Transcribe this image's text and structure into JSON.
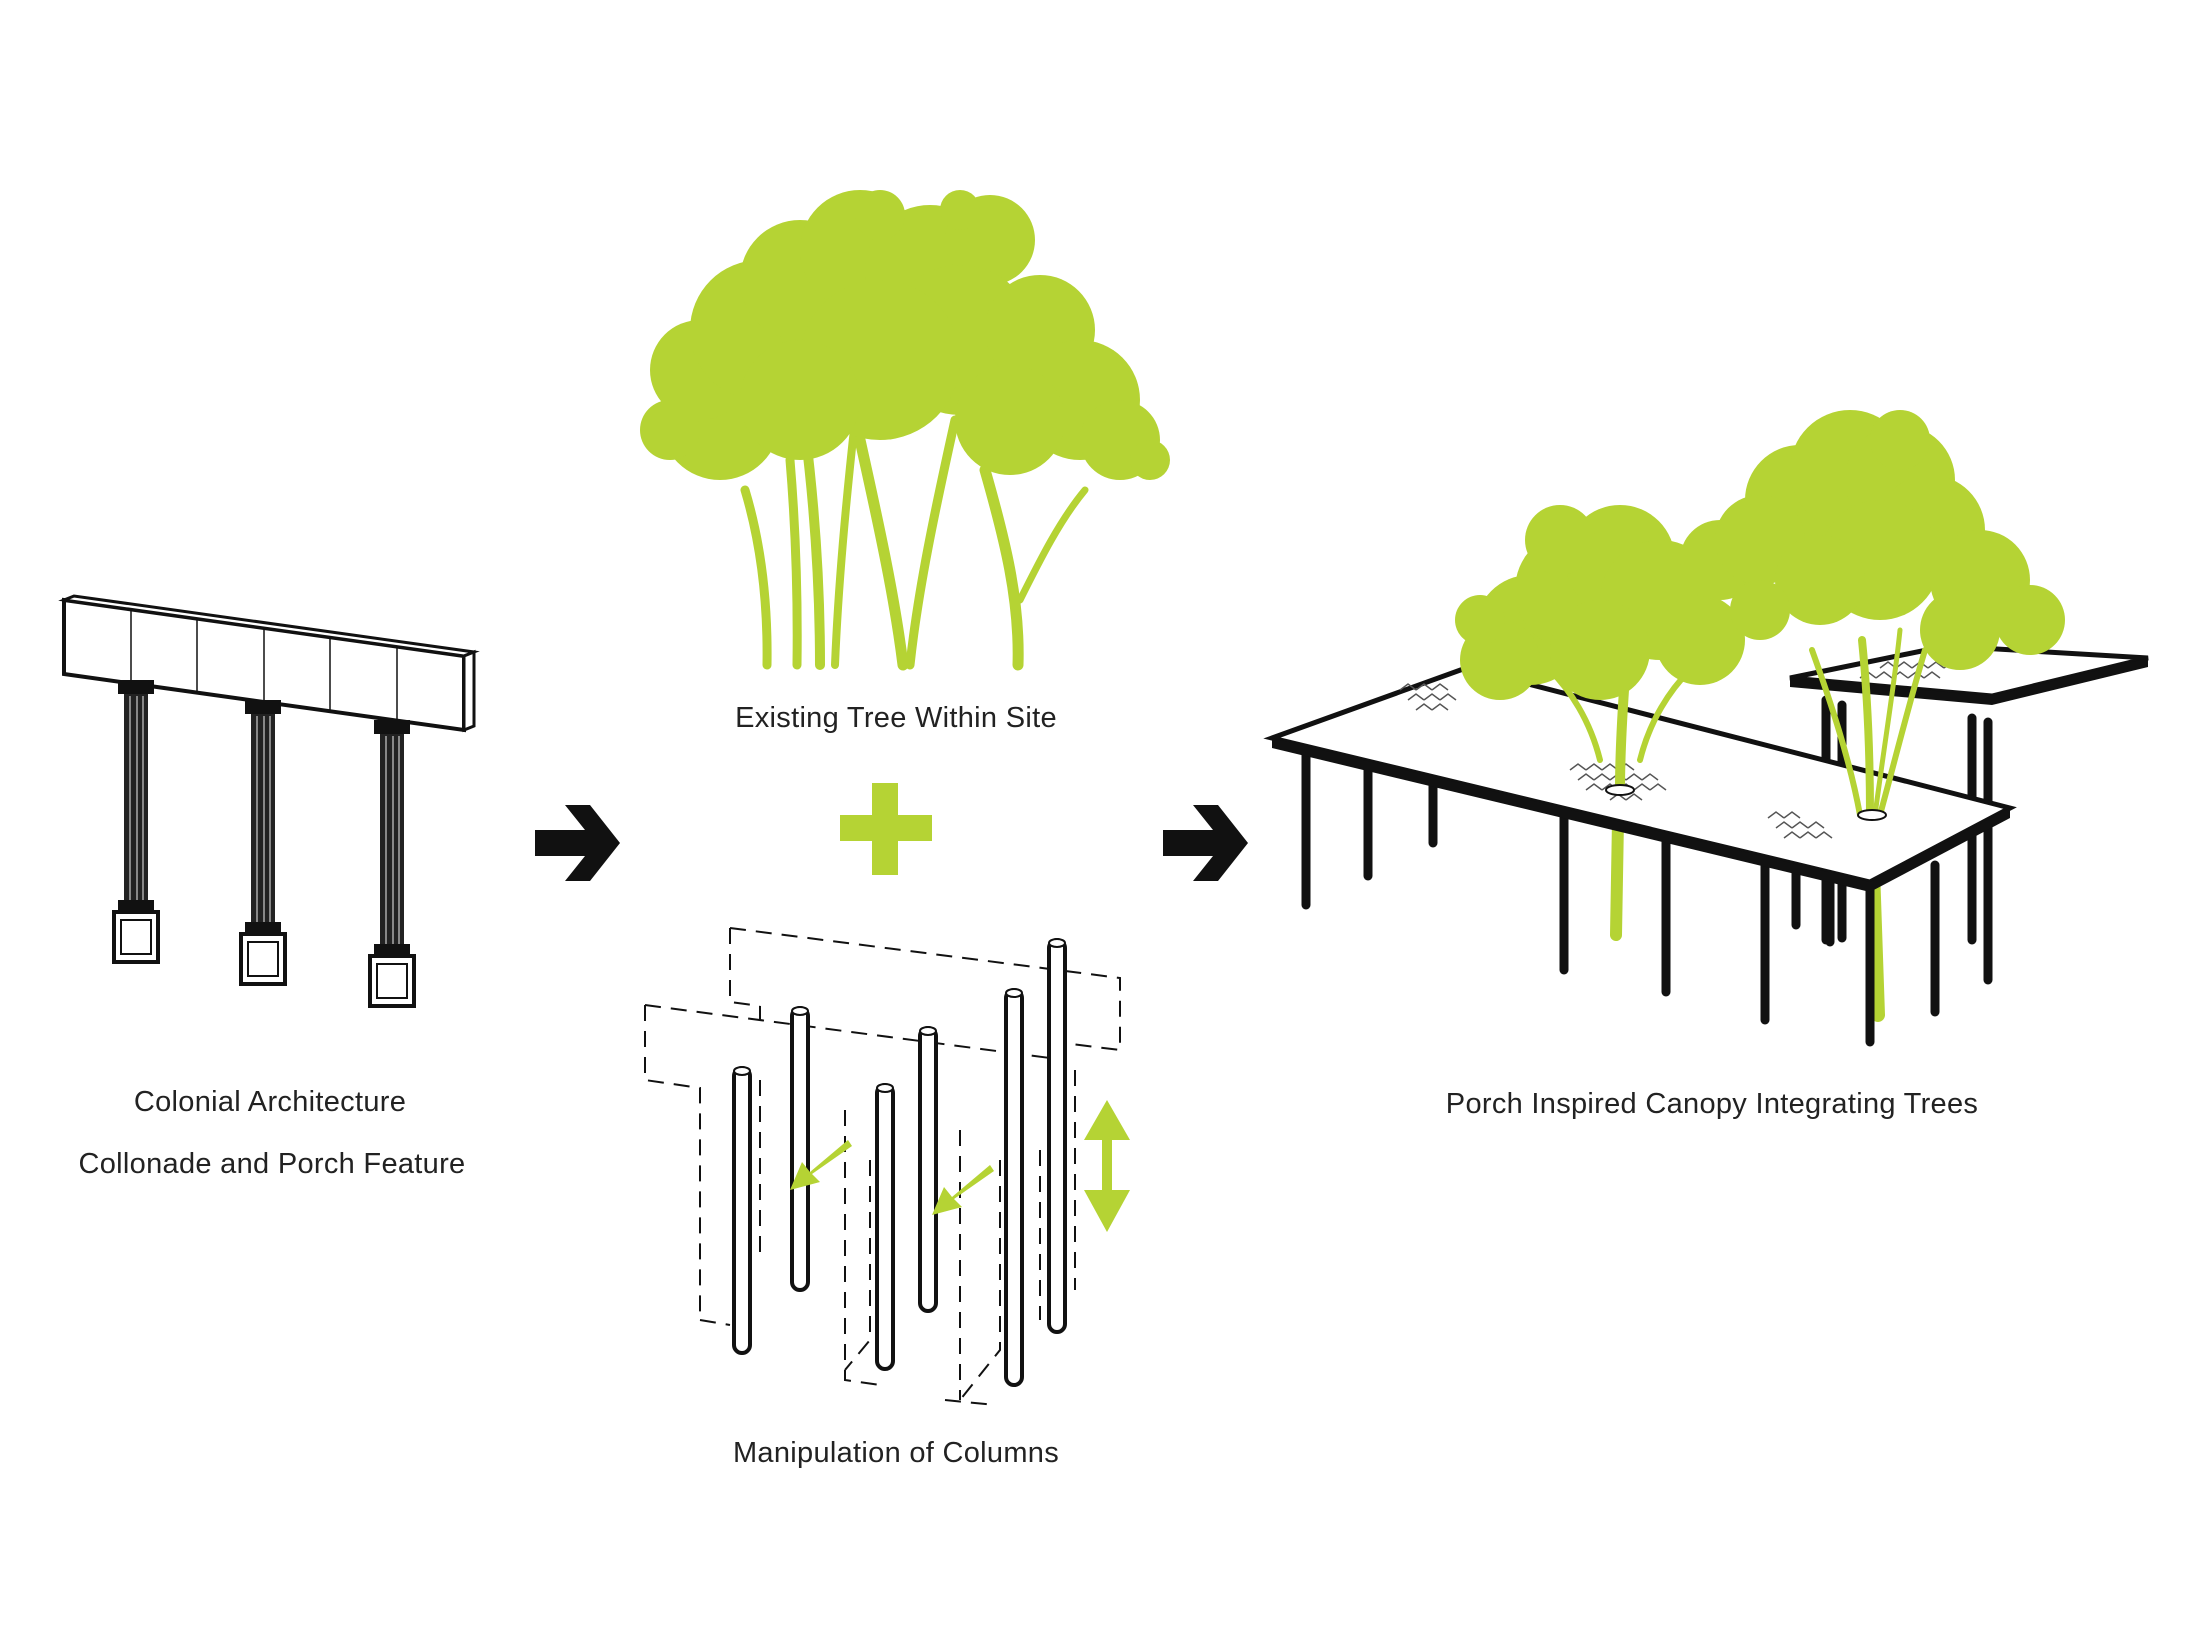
{
  "colors": {
    "accent": "#b5d334",
    "ink": "#111111",
    "background": "#ffffff"
  },
  "labels": {
    "colonial_line1": "Colonial Architecture",
    "colonial_line2": "Collonade and Porch Feature",
    "existing_tree": "Existing Tree Within Site",
    "manipulation": "Manipulation of Columns",
    "canopy": "Porch Inspired Canopy Integrating Trees"
  },
  "icons": {
    "arrow_1": "right-arrow-icon",
    "arrow_2": "right-arrow-icon",
    "plus": "plus-icon",
    "move_arrows": "diagonal-arrow-icon",
    "vertical_arrow": "double-headed-arrow-icon"
  }
}
